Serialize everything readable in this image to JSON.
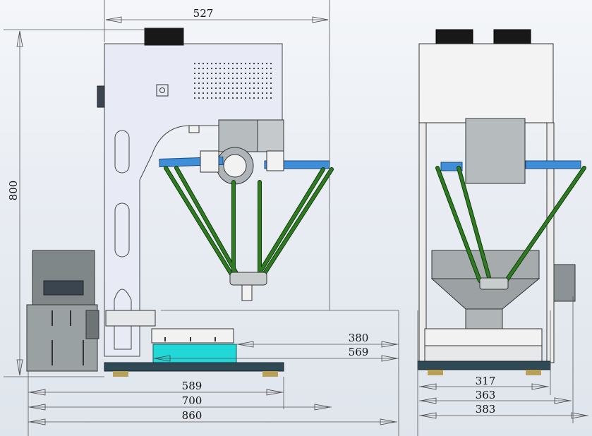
{
  "dimensions": {
    "top_width": "527",
    "height": "800",
    "conveyor_inner": "380",
    "conveyor_outer": "569",
    "base_589": "589",
    "base_700": "700",
    "base_860": "860",
    "side_317": "317",
    "side_363": "363",
    "side_383": "383"
  },
  "colors": {
    "beam": "#3f8fd8",
    "arm": "#2f7a22",
    "conveyor": "#20d8d8",
    "base": "#2f4a55"
  }
}
